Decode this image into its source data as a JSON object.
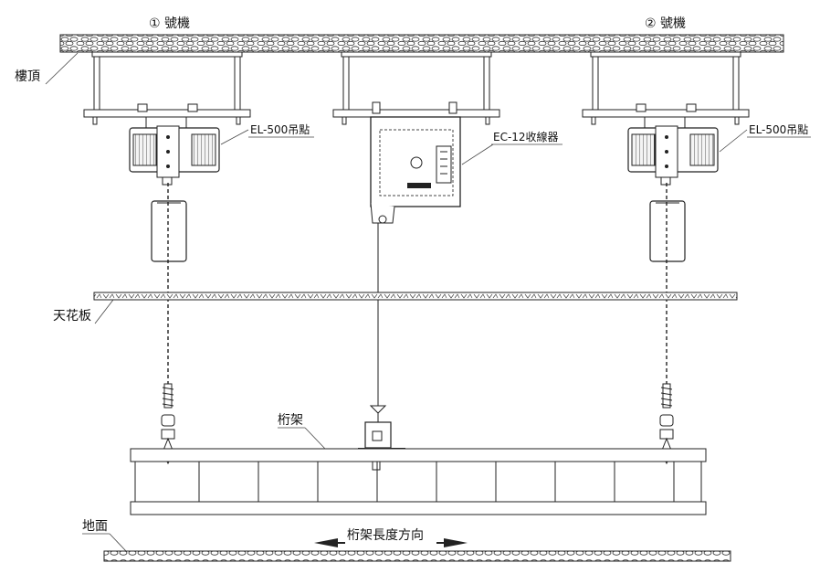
{
  "labels": {
    "hoist1_title": "① 號機",
    "hoist2_title": "② 號機",
    "ceiling_roof": "樓頂",
    "hoist_left_model": "EL-500吊點",
    "hoist_right_model": "EL-500吊點",
    "winder_model": "EC-12收線器",
    "ceiling_board": "天花板",
    "truss": "桁架",
    "floor": "地面",
    "direction": "桁架長度方向"
  }
}
